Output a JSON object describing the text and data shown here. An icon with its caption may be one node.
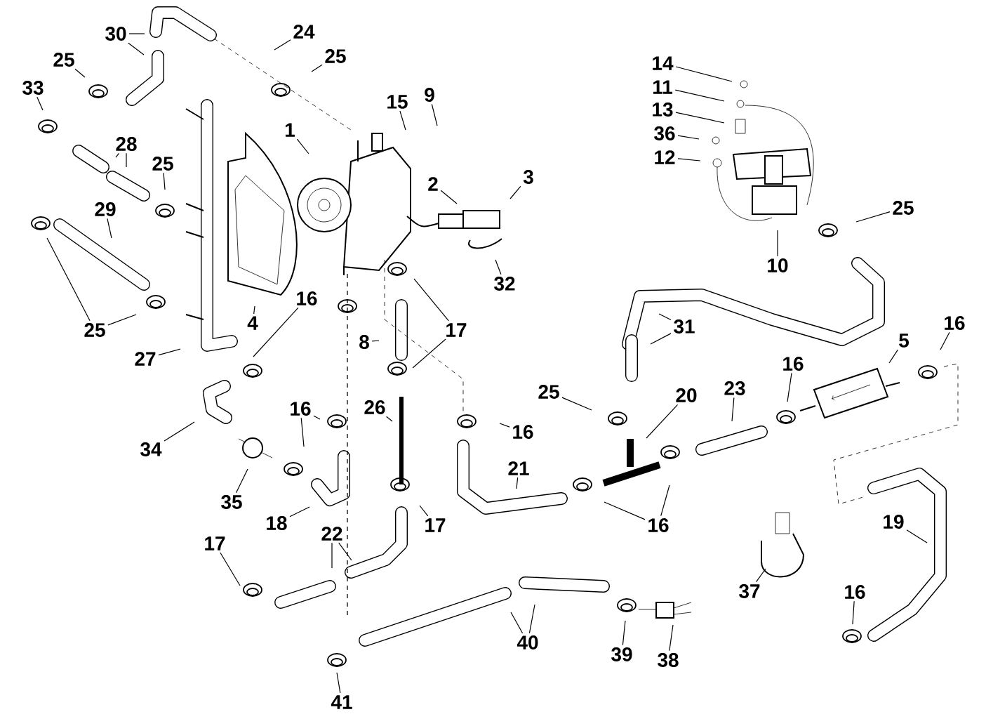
{
  "diagram": {
    "nodes": [
      {
        "text": [
          "30"
        ]
      },
      {
        "text": [
          "24"
        ]
      },
      {
        "text": [
          "25"
        ]
      },
      {
        "text": [
          "25"
        ]
      },
      {
        "text": [
          "33"
        ]
      },
      {
        "text": [
          "28"
        ]
      },
      {
        "text": [
          "25"
        ]
      },
      {
        "text": [
          "29"
        ]
      },
      {
        "text": [
          "25"
        ]
      },
      {
        "text": [
          "27"
        ]
      },
      {
        "text": [
          "1"
        ]
      },
      {
        "text": [
          "15"
        ]
      },
      {
        "text": [
          "9"
        ]
      },
      {
        "text": [
          "2"
        ]
      },
      {
        "text": [
          "3"
        ]
      },
      {
        "text": [
          "32"
        ]
      },
      {
        "text": [
          "4"
        ]
      },
      {
        "text": [
          "16"
        ]
      },
      {
        "text": [
          "8"
        ]
      },
      {
        "text": [
          "17"
        ]
      },
      {
        "text": [
          "14"
        ]
      },
      {
        "text": [
          "11"
        ]
      },
      {
        "text": [
          "13"
        ]
      },
      {
        "text": [
          "36"
        ]
      },
      {
        "text": [
          "12"
        ]
      },
      {
        "text": [
          "10"
        ]
      },
      {
        "text": [
          "25"
        ]
      },
      {
        "text": [
          "31"
        ]
      },
      {
        "text": [
          "5"
        ]
      },
      {
        "text": [
          "16"
        ]
      },
      {
        "text": [
          "34"
        ]
      },
      {
        "text": [
          "16"
        ]
      },
      {
        "text": [
          "26"
        ]
      },
      {
        "text": [
          "16"
        ]
      },
      {
        "text": [
          "35"
        ]
      },
      {
        "text": [
          "18"
        ]
      },
      {
        "text": [
          "17"
        ]
      },
      {
        "text": [
          "21"
        ]
      },
      {
        "text": [
          "25"
        ]
      },
      {
        "text": [
          "20"
        ]
      },
      {
        "text": [
          "23"
        ]
      },
      {
        "text": [
          "16"
        ]
      },
      {
        "text": [
          "16"
        ]
      },
      {
        "text": [
          "22"
        ]
      },
      {
        "text": [
          "17"
        ]
      },
      {
        "text": [
          "37"
        ]
      },
      {
        "text": [
          "19"
        ]
      },
      {
        "text": [
          "16"
        ]
      },
      {
        "text": [
          "40"
        ]
      },
      {
        "text": [
          "39"
        ]
      },
      {
        "text": [
          "38"
        ]
      },
      {
        "text": [
          "41"
        ]
      }
    ],
    "edges": [
      {
        "from": 0,
        "to": null,
        "arrow": "none"
      },
      {
        "from": 0,
        "to": null,
        "arrow": "none"
      },
      {
        "from": 1,
        "to": null,
        "arrow": "none"
      },
      {
        "from": 2,
        "to": null,
        "arrow": "none"
      },
      {
        "from": 3,
        "to": null,
        "arrow": "none"
      },
      {
        "from": 4,
        "to": null,
        "arrow": "none"
      },
      {
        "from": 5,
        "to": null,
        "arrow": "none"
      },
      {
        "from": 5,
        "to": null,
        "arrow": "none"
      },
      {
        "from": 6,
        "to": null,
        "arrow": "none"
      },
      {
        "from": 7,
        "to": null,
        "arrow": "none"
      },
      {
        "from": 8,
        "to": null,
        "arrow": "none"
      },
      {
        "from": 8,
        "to": null,
        "arrow": "none"
      },
      {
        "from": 9,
        "to": null,
        "arrow": "none"
      },
      {
        "from": 10,
        "to": null,
        "arrow": "none"
      },
      {
        "from": 11,
        "to": null,
        "arrow": "none"
      },
      {
        "from": 12,
        "to": null,
        "arrow": "none"
      },
      {
        "from": 13,
        "to": null,
        "arrow": "none"
      },
      {
        "from": 14,
        "to": null,
        "arrow": "none"
      },
      {
        "from": 15,
        "to": null,
        "arrow": "none"
      },
      {
        "from": 16,
        "to": null,
        "arrow": "none"
      },
      {
        "from": 17,
        "to": null,
        "arrow": "none"
      },
      {
        "from": 18,
        "to": null,
        "arrow": "none"
      },
      {
        "from": 19,
        "to": null,
        "arrow": "none"
      },
      {
        "from": 19,
        "to": null,
        "arrow": "none"
      },
      {
        "from": 20,
        "to": null,
        "arrow": "none"
      },
      {
        "from": 21,
        "to": null,
        "arrow": "none"
      },
      {
        "from": 22,
        "to": null,
        "arrow": "none"
      },
      {
        "from": 23,
        "to": null,
        "arrow": "none"
      },
      {
        "from": 24,
        "to": null,
        "arrow": "none"
      },
      {
        "from": 25,
        "to": null,
        "arrow": "none"
      },
      {
        "from": 26,
        "to": null,
        "arrow": "none"
      },
      {
        "from": 27,
        "to": null,
        "arrow": "none"
      },
      {
        "from": 27,
        "to": null,
        "arrow": "none"
      },
      {
        "from": 28,
        "to": null,
        "arrow": "none"
      },
      {
        "from": 29,
        "to": null,
        "arrow": "none"
      },
      {
        "from": 30,
        "to": null,
        "arrow": "none"
      },
      {
        "from": 31,
        "to": null,
        "arrow": "none"
      },
      {
        "from": 31,
        "to": null,
        "arrow": "none"
      },
      {
        "from": 32,
        "to": null,
        "arrow": "none"
      },
      {
        "from": 33,
        "to": null,
        "arrow": "none"
      },
      {
        "from": 34,
        "to": null,
        "arrow": "none"
      },
      {
        "from": 35,
        "to": null,
        "arrow": "none"
      },
      {
        "from": 36,
        "to": null,
        "arrow": "none"
      },
      {
        "from": 37,
        "to": null,
        "arrow": "none"
      },
      {
        "from": 38,
        "to": null,
        "arrow": "none"
      },
      {
        "from": 39,
        "to": null,
        "arrow": "none"
      },
      {
        "from": 40,
        "to": null,
        "arrow": "none"
      },
      {
        "from": 41,
        "to": null,
        "arrow": "none"
      },
      {
        "from": 42,
        "to": null,
        "arrow": "none"
      },
      {
        "from": 42,
        "to": null,
        "arrow": "none"
      },
      {
        "from": 43,
        "to": null,
        "arrow": "none"
      },
      {
        "from": 43,
        "to": null,
        "arrow": "none"
      },
      {
        "from": 44,
        "to": null,
        "arrow": "none"
      },
      {
        "from": 45,
        "to": null,
        "arrow": "none"
      },
      {
        "from": 46,
        "to": null,
        "arrow": "none"
      },
      {
        "from": 47,
        "to": null,
        "arrow": "none"
      },
      {
        "from": 48,
        "to": null,
        "arrow": "none"
      },
      {
        "from": 48,
        "to": null,
        "arrow": "none"
      },
      {
        "from": 49,
        "to": null,
        "arrow": "none"
      },
      {
        "from": 50,
        "to": null,
        "arrow": "none"
      },
      {
        "from": 51,
        "to": null,
        "arrow": "none"
      }
    ]
  }
}
